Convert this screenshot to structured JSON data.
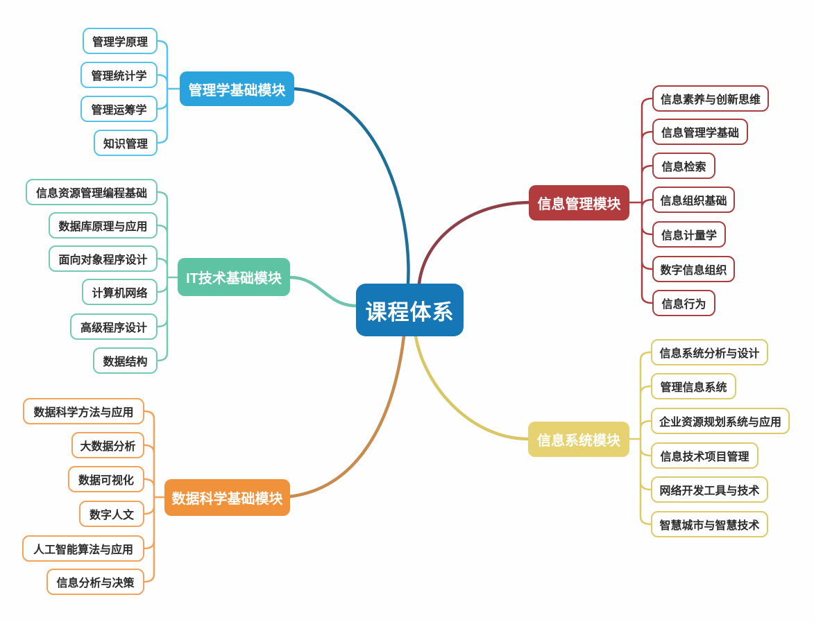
{
  "diagram": {
    "root": {
      "label": "课程体系",
      "color": "#1577b5"
    },
    "branches": [
      {
        "label": "管理学基础模块",
        "color": "#2aa3dc",
        "line_color": "#1d6f99",
        "border_color": "#59c2e8",
        "children": [
          "管理学原理",
          "管理统计学",
          "管理运筹学",
          "知识管理"
        ]
      },
      {
        "label": "IT技术基础模块",
        "color": "#5ec3a2",
        "line_color": "#6ec5ae",
        "border_color": "#72cab0",
        "children": [
          "信息资源管理编程基础",
          "数据库原理与应用",
          "面向对象程序设计",
          "计算机网络",
          "高级程序设计",
          "数据结构"
        ]
      },
      {
        "label": "数据科学基础模块",
        "color": "#f0923b",
        "line_color": "#c98a4d",
        "border_color": "#f2a259",
        "children": [
          "数据科学方法与应用",
          "大数据分析",
          "数据可视化",
          "数字人文",
          "人工智能算法与应用",
          "信息分析与决策"
        ]
      },
      {
        "label": "信息管理模块",
        "color": "#b13b3d",
        "line_color": "#8f3f48",
        "border_color": "#a93d40",
        "children": [
          "信息素养与创新思维",
          "信息管理学基础",
          "信息检索",
          "信息组织基础",
          "信息计量学",
          "数字信息组织",
          "信息行为"
        ]
      },
      {
        "label": "信息系统模块",
        "color": "#e7d272",
        "line_color": "#d8c766",
        "border_color": "#ddcb6a",
        "children": [
          "信息系统分析与设计",
          "管理信息系统",
          "企业资源规划系统与应用",
          "信息技术项目管理",
          "网络开发工具与技术",
          "智慧城市与智慧技术"
        ]
      }
    ]
  }
}
